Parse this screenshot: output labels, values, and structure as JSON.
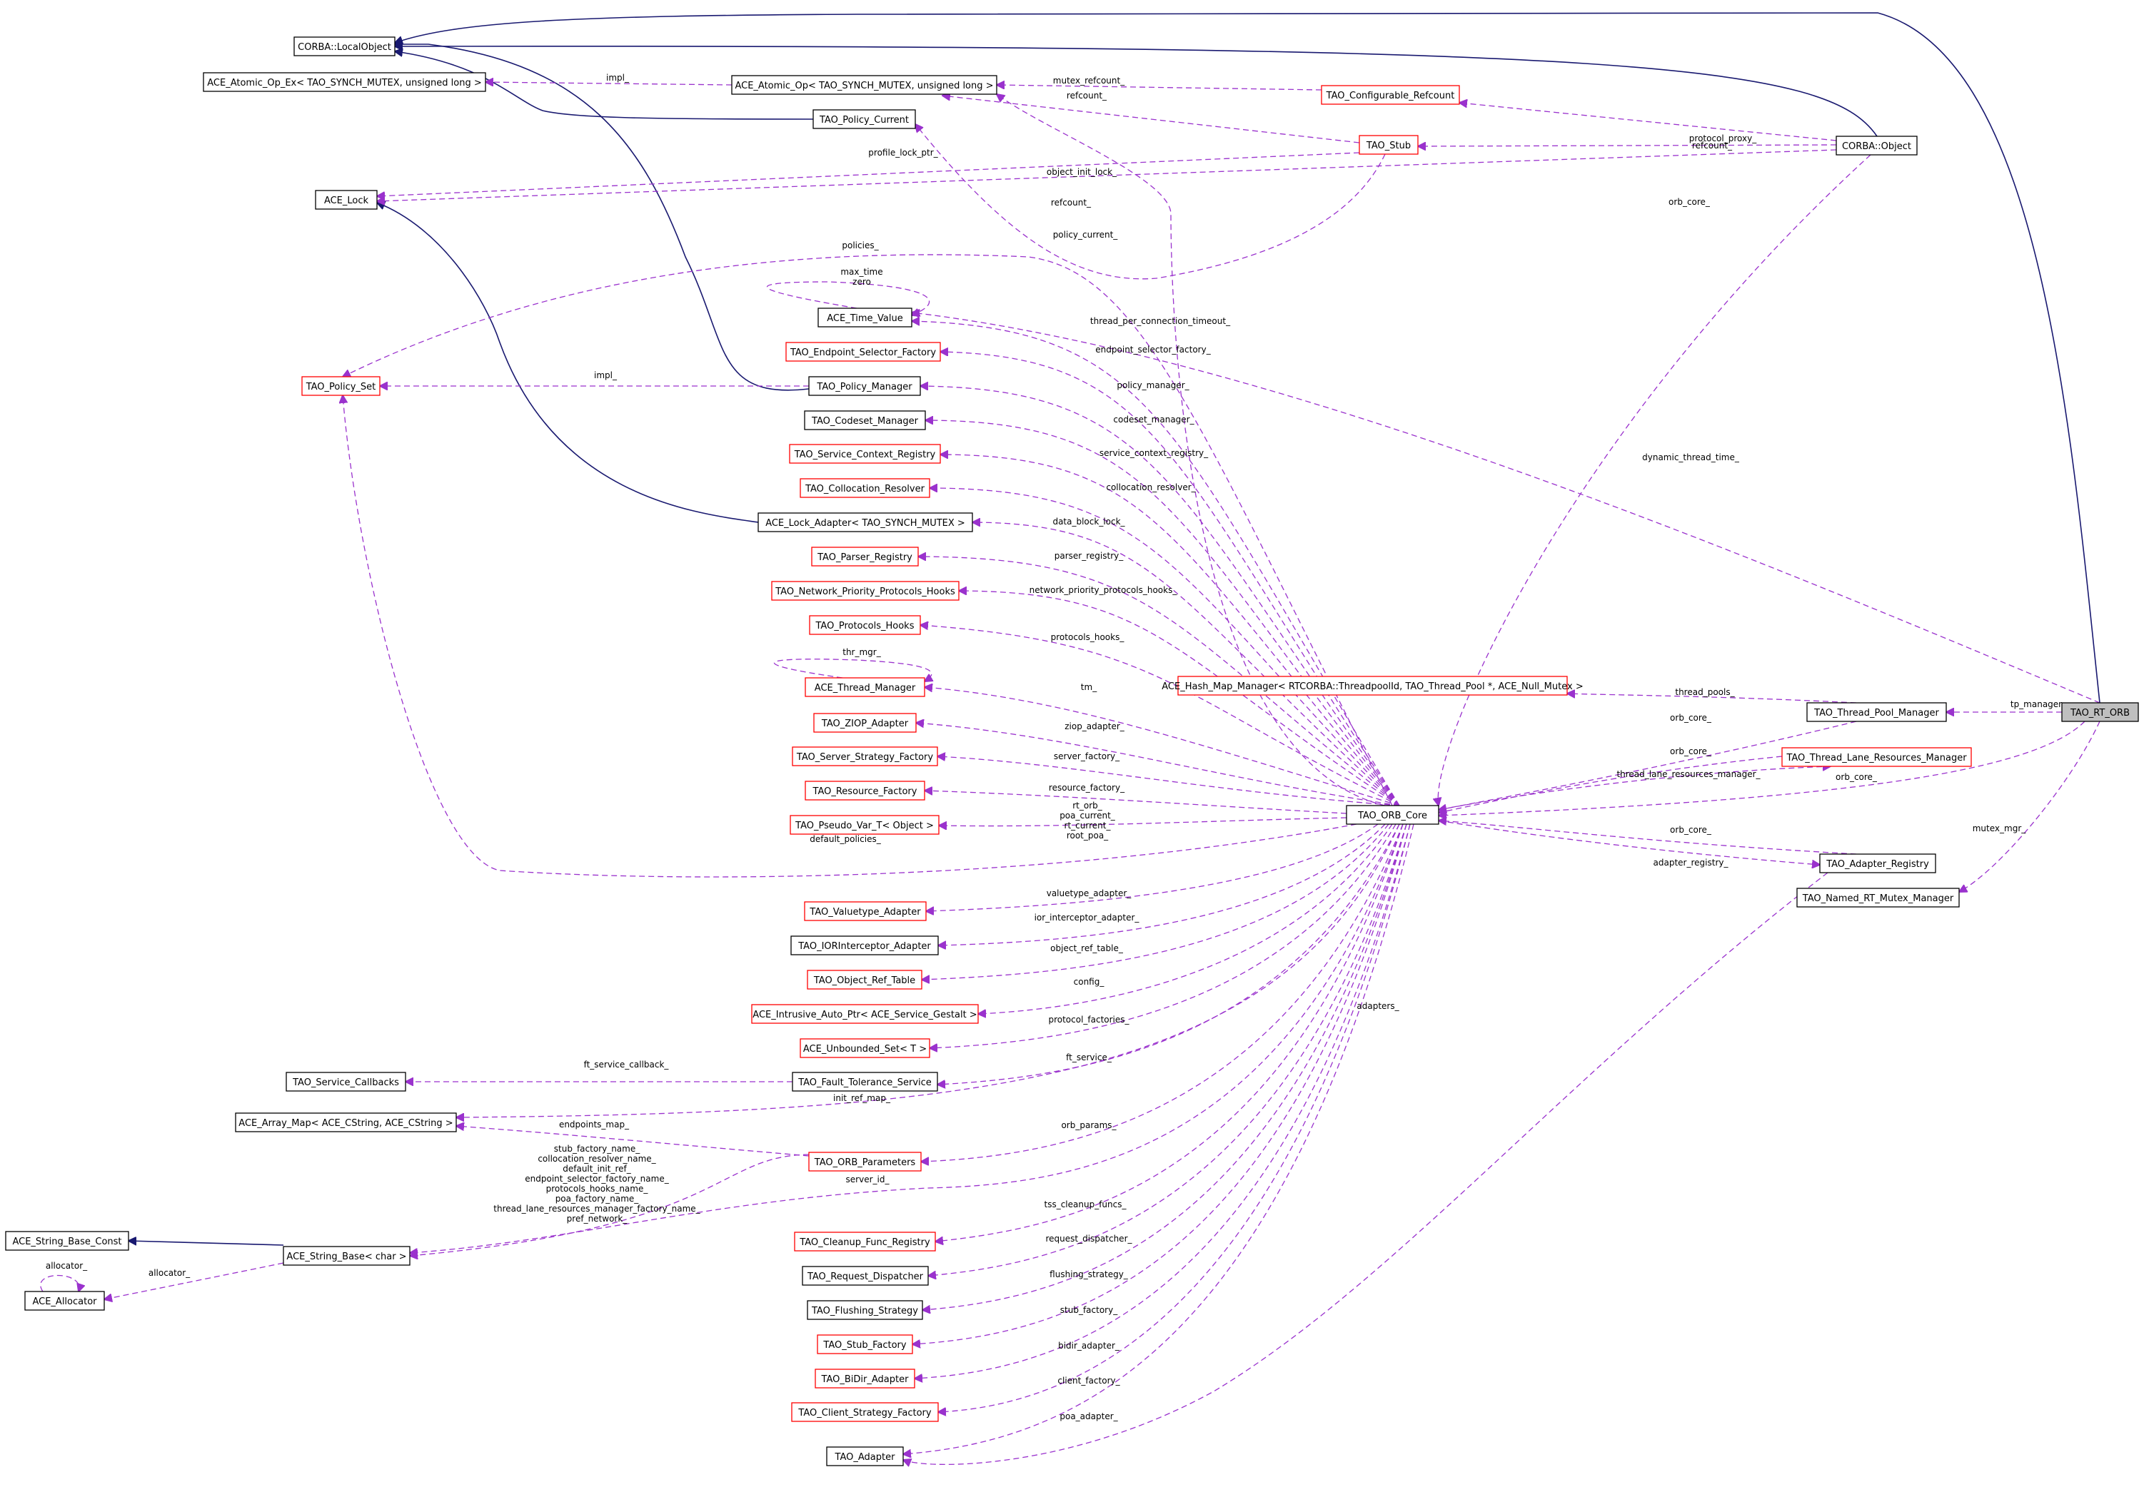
{
  "colors": {
    "inheritance": "#191970",
    "usage": "#9a32cd",
    "node_border_black": "#000000",
    "node_border_red": "#ff0000",
    "highlight_fill": "#bfbfbf"
  },
  "nodes": [
    {
      "id": "corba_localobject",
      "label": "CORBA::LocalObject",
      "border": "black"
    },
    {
      "id": "ace_atomic_op_ex",
      "label": "ACE_Atomic_Op_Ex< TAO_SYNCH_MUTEX, unsigned long >",
      "border": "black"
    },
    {
      "id": "ace_atomic_op",
      "label": "ACE_Atomic_Op< TAO_SYNCH_MUTEX, unsigned long >",
      "border": "black"
    },
    {
      "id": "tao_configurable_refcount",
      "label": "TAO_Configurable_Refcount",
      "border": "red"
    },
    {
      "id": "tao_policy_current",
      "label": "TAO_Policy_Current",
      "border": "black"
    },
    {
      "id": "tao_stub",
      "label": "TAO_Stub",
      "border": "red"
    },
    {
      "id": "corba_object",
      "label": "CORBA::Object",
      "border": "black"
    },
    {
      "id": "ace_lock",
      "label": "ACE_Lock",
      "border": "black"
    },
    {
      "id": "ace_time_value",
      "label": "ACE_Time_Value",
      "border": "black"
    },
    {
      "id": "tao_endpoint_selector_factory",
      "label": "TAO_Endpoint_Selector_Factory",
      "border": "red"
    },
    {
      "id": "tao_policy_set",
      "label": "TAO_Policy_Set",
      "border": "red"
    },
    {
      "id": "tao_policy_manager",
      "label": "TAO_Policy_Manager",
      "border": "black"
    },
    {
      "id": "tao_codeset_manager",
      "label": "TAO_Codeset_Manager",
      "border": "black"
    },
    {
      "id": "tao_service_context_registry",
      "label": "TAO_Service_Context_Registry",
      "border": "red"
    },
    {
      "id": "tao_collocation_resolver",
      "label": "TAO_Collocation_Resolver",
      "border": "red"
    },
    {
      "id": "ace_lock_adapter",
      "label": "ACE_Lock_Adapter< TAO_SYNCH_MUTEX >",
      "border": "black"
    },
    {
      "id": "tao_parser_registry",
      "label": "TAO_Parser_Registry",
      "border": "red"
    },
    {
      "id": "tao_network_priority_protocols_hooks",
      "label": "TAO_Network_Priority_Protocols_Hooks",
      "border": "red"
    },
    {
      "id": "tao_protocols_hooks",
      "label": "TAO_Protocols_Hooks",
      "border": "red"
    },
    {
      "id": "ace_hash_map_manager",
      "label": "ACE_Hash_Map_Manager< RTCORBA::ThreadpoolId, TAO_Thread_Pool *, ACE_Null_Mutex >",
      "border": "red"
    },
    {
      "id": "ace_thread_manager",
      "label": "ACE_Thread_Manager",
      "border": "red"
    },
    {
      "id": "tao_thread_pool_manager",
      "label": "TAO_Thread_Pool_Manager",
      "border": "black"
    },
    {
      "id": "tao_rt_orb",
      "label": "TAO_RT_ORB",
      "border": "black",
      "highlight": true
    },
    {
      "id": "tao_ziop_adapter",
      "label": "TAO_ZIOP_Adapter",
      "border": "red"
    },
    {
      "id": "tao_server_strategy_factory",
      "label": "TAO_Server_Strategy_Factory",
      "border": "red"
    },
    {
      "id": "tao_thread_lane_resources_manager",
      "label": "TAO_Thread_Lane_Resources_Manager",
      "border": "red"
    },
    {
      "id": "tao_resource_factory",
      "label": "TAO_Resource_Factory",
      "border": "red"
    },
    {
      "id": "tao_orb_core",
      "label": "TAO_ORB_Core",
      "border": "black"
    },
    {
      "id": "tao_pseudo_var_t",
      "label": "TAO_Pseudo_Var_T< Object >",
      "border": "red"
    },
    {
      "id": "tao_adapter_registry",
      "label": "TAO_Adapter_Registry",
      "border": "black"
    },
    {
      "id": "tao_valuetype_adapter",
      "label": "TAO_Valuetype_Adapter",
      "border": "red"
    },
    {
      "id": "tao_named_rt_mutex_manager",
      "label": "TAO_Named_RT_Mutex_Manager",
      "border": "black"
    },
    {
      "id": "tao_iorinterceptor_adapter",
      "label": "TAO_IORInterceptor_Adapter",
      "border": "black"
    },
    {
      "id": "tao_object_ref_table",
      "label": "TAO_Object_Ref_Table",
      "border": "red"
    },
    {
      "id": "ace_intrusive_auto_ptr",
      "label": "ACE_Intrusive_Auto_Ptr< ACE_Service_Gestalt >",
      "border": "red"
    },
    {
      "id": "ace_unbounded_set",
      "label": "ACE_Unbounded_Set< T >",
      "border": "red"
    },
    {
      "id": "tao_service_callbacks",
      "label": "TAO_Service_Callbacks",
      "border": "black"
    },
    {
      "id": "tao_fault_tolerance_service",
      "label": "TAO_Fault_Tolerance_Service",
      "border": "black"
    },
    {
      "id": "ace_array_map",
      "label": "ACE_Array_Map< ACE_CString, ACE_CString >",
      "border": "black"
    },
    {
      "id": "tao_orb_parameters",
      "label": "TAO_ORB_Parameters",
      "border": "red"
    },
    {
      "id": "ace_string_base_const",
      "label": "ACE_String_Base_Const",
      "border": "black"
    },
    {
      "id": "ace_string_base",
      "label": "ACE_String_Base< char >",
      "border": "black"
    },
    {
      "id": "ace_allocator",
      "label": "ACE_Allocator",
      "border": "black"
    },
    {
      "id": "tao_cleanup_func_registry",
      "label": "TAO_Cleanup_Func_Registry",
      "border": "red"
    },
    {
      "id": "tao_request_dispatcher",
      "label": "TAO_Request_Dispatcher",
      "border": "black"
    },
    {
      "id": "tao_flushing_strategy",
      "label": "TAO_Flushing_Strategy",
      "border": "black"
    },
    {
      "id": "tao_stub_factory",
      "label": "TAO_Stub_Factory",
      "border": "red"
    },
    {
      "id": "tao_bidir_adapter",
      "label": "TAO_BiDir_Adapter",
      "border": "red"
    },
    {
      "id": "tao_client_strategy_factory",
      "label": "TAO_Client_Strategy_Factory",
      "border": "red"
    },
    {
      "id": "tao_adapter",
      "label": "TAO_Adapter",
      "border": "black"
    }
  ],
  "edge_labels": [
    "impl_",
    "mutex_refcount_",
    "refcount_",
    "refcount_",
    "protocol_proxy_",
    "profile_lock_ptr_",
    "object_init_lock_",
    "refcount_",
    "orb_core_",
    "policy_current_",
    "policies_",
    "max_time\nzero",
    "thread_per_connection_timeout_",
    "endpoint_selector_factory_",
    "impl_",
    "policy_manager_",
    "codeset_manager_",
    "service_context_registry_",
    "dynamic_thread_time_",
    "collocation_resolver_",
    "data_block_lock_",
    "parser_registry_",
    "network_priority_protocols_hooks_",
    "protocols_hooks_",
    "thr_mgr_",
    "thread_pools_",
    "tm_",
    "tp_manager_",
    "orb_core_",
    "ziop_adapter_",
    "orb_core_",
    "server_factory_",
    "thread_lane_resources_manager_",
    "orb_core_",
    "resource_factory_",
    "rt_orb_\npoa_current_\nrt_current_\nroot_poa_",
    "default_policies_",
    "orb_core_",
    "mutex_mgr_",
    "adapter_registry_",
    "valuetype_adapter_",
    "ior_interceptor_adapter_",
    "object_ref_table_",
    "config_",
    "adapters_",
    "protocol_factories_",
    "ft_service_callback_",
    "ft_service_",
    "init_ref_map_",
    "endpoints_map_",
    "orb_params_",
    "stub_factory_name_\ncollocation_resolver_name_\ndefault_init_ref_\nendpoint_selector_factory_name_\nprotocols_hooks_name_\npoa_factory_name_\nthread_lane_resources_manager_factory_name_\npref_network_",
    "server_id_",
    "tss_cleanup_funcs_",
    "allocator_",
    "allocator_",
    "request_dispatcher_",
    "flushing_strategy_",
    "stub_factory_",
    "bidir_adapter_",
    "client_factory_",
    "poa_adapter_"
  ]
}
